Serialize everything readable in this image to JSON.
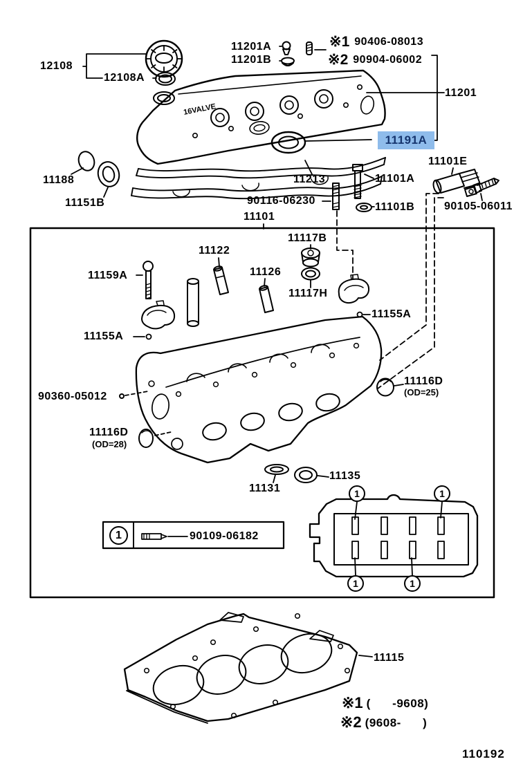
{
  "figure": {
    "figure_number": "110192",
    "cover_emboss": "16VALVE",
    "line_color": "#000000",
    "highlight": {
      "part": "11191A",
      "background": "#8fbceb",
      "text_color": "#16356e"
    },
    "ref_parts": [
      {
        "mark": "※1",
        "part": "90406-08013"
      },
      {
        "mark": "※2",
        "part": "90904-06002"
      }
    ],
    "notes": [
      {
        "mark": "※1",
        "text": "(      -9608)"
      },
      {
        "mark": "※2",
        "text": "(9608-      )"
      }
    ],
    "legend": {
      "symbol": "1",
      "part": "90109-06182"
    },
    "callout_symbol": "1",
    "labels": {
      "p12108": "12108",
      "p12108a": "12108A",
      "p11201a": "11201A",
      "p11201b": "11201B",
      "p11201": "11201",
      "p11188": "11188",
      "p11151b": "11151B",
      "p11213": "11213",
      "p90116": "90116-06230",
      "p11101": "11101",
      "p11101a": "11101A",
      "p11101b": "11101B",
      "p11101e": "11101E",
      "p90105": "90105-06011",
      "p11117b": "11117B",
      "p11122": "11122",
      "p11159a": "11159A",
      "p11126": "11126",
      "p11117h": "11117H",
      "p11155a_left": "11155A",
      "p11155a_right": "11155A",
      "p90360": "90360-05012",
      "p11116d_28": "11116D",
      "p11116d_28_od": "(OD=28)",
      "p11116d_25": "11116D",
      "p11116d_25_od": "(OD=25)",
      "p11131": "11131",
      "p11135": "11135",
      "p11115": "11115"
    }
  }
}
